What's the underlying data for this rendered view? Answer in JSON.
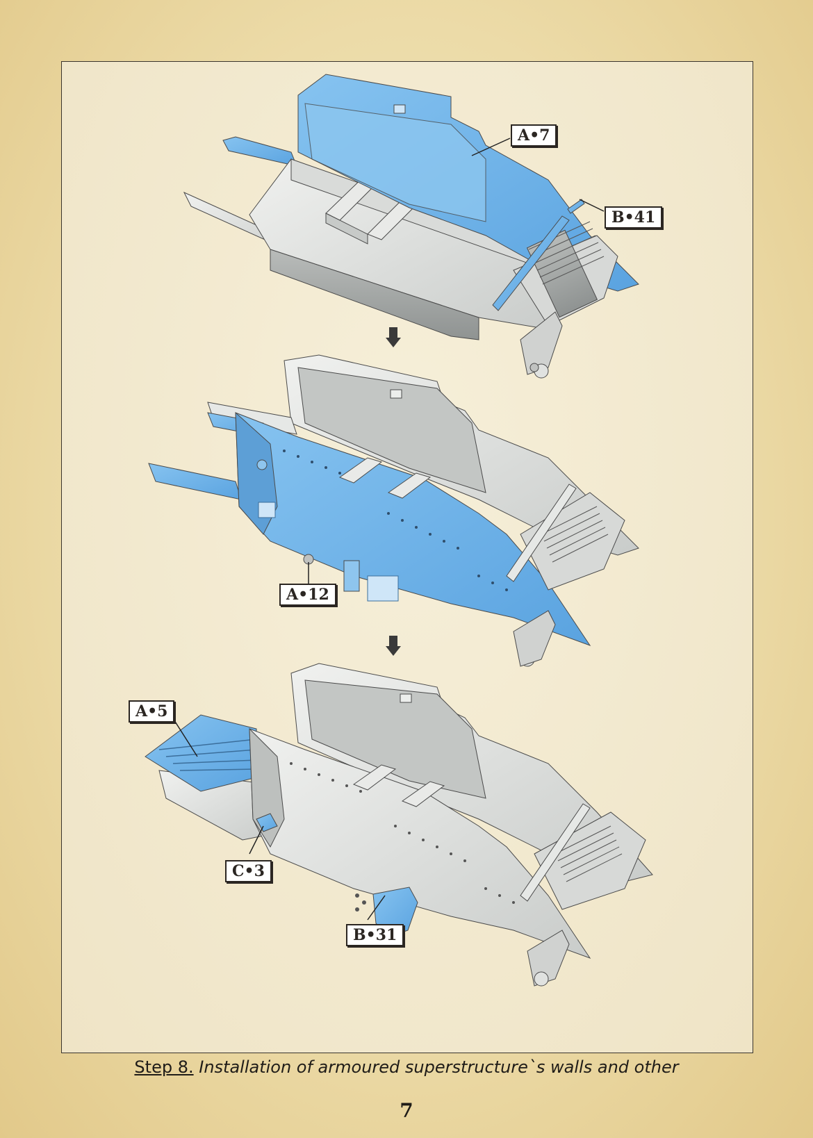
{
  "labels": {
    "a7": "A•7",
    "b41": "B•41",
    "a12": "A•12",
    "a5": "A•5",
    "c3": "C•3",
    "b31": "B•31"
  },
  "caption": {
    "step": "Step 8.",
    "title": "Installation of armoured superstructure`s walls and other"
  },
  "page_number": "7",
  "colors": {
    "new_part": "#6fb4ea",
    "existing_part": "#e6e8e6",
    "outline": "#3b3b3b",
    "arrow": "#3a3a3a"
  },
  "icons": [
    "down-arrow-icon",
    "down-arrow-icon"
  ]
}
